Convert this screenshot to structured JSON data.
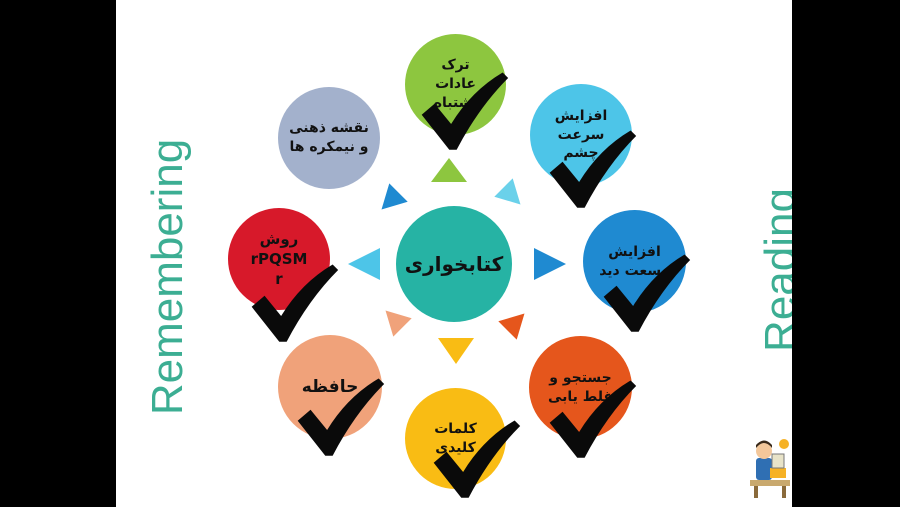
{
  "side_labels": {
    "left": "Remembering",
    "right": "Reading"
  },
  "center": {
    "label": "کتابخواری",
    "color": "#26b3a4"
  },
  "nodes": [
    {
      "id": "top",
      "label": "ترک\nعادات\nاشتباه",
      "color": "#8dc63f",
      "checked": true
    },
    {
      "id": "top-left",
      "label": "نقشه ذهنی\nو نیمکره ها",
      "color": "#a3b1cc",
      "checked": false
    },
    {
      "id": "top-right",
      "label": "افزایش\nسرعت\nچشم",
      "color": "#4dc5e8",
      "checked": true
    },
    {
      "id": "left",
      "label": "روش\nrPQSM\nr",
      "color": "#d7192a",
      "checked": true
    },
    {
      "id": "right",
      "label": "افزایش\nوسعت دید",
      "color": "#1f8ad1",
      "checked": true
    },
    {
      "id": "bottom-left",
      "label": "حافظه",
      "color": "#f0a27a",
      "checked": true
    },
    {
      "id": "bottom",
      "label": "کلمات\nکلیدی",
      "color": "#f9bc14",
      "checked": true
    },
    {
      "id": "bottom-right",
      "label": "جستجو و\nغلط یابی",
      "color": "#e5561c",
      "checked": true
    }
  ],
  "icons": {
    "character": "reader-character-icon",
    "check": "checkmark-icon"
  }
}
